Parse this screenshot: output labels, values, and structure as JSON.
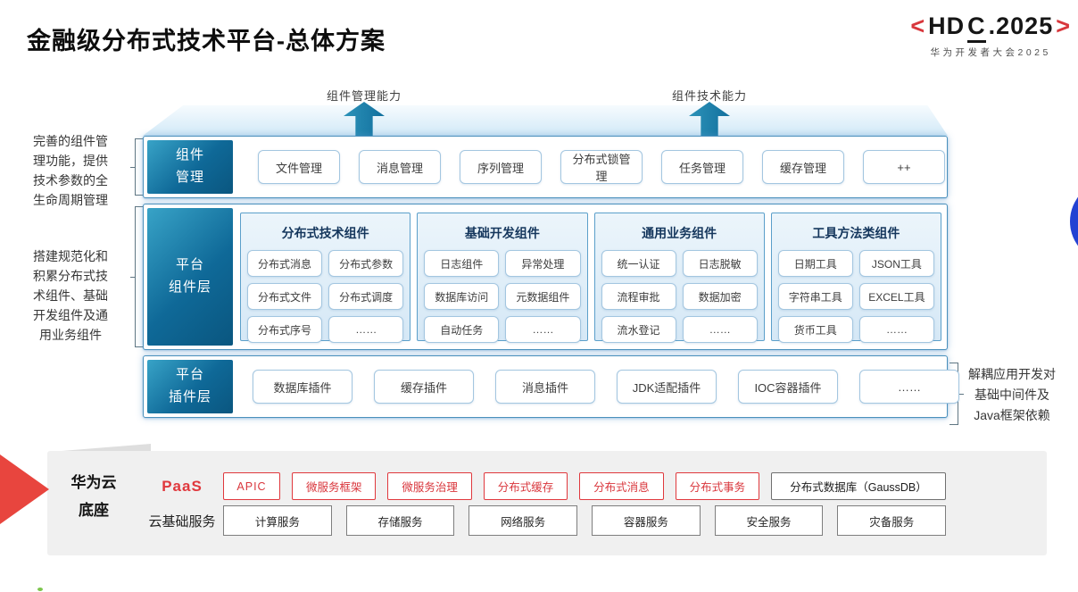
{
  "title": "金融级分布式技术平台-总体方案",
  "logo": {
    "left_bracket": "<",
    "prefix": "HD",
    "underlined": "C",
    "suffix": ".2025",
    "right_bracket": ">",
    "subtitle": "华为开发者大会2025"
  },
  "notes": {
    "left_top": "完善的组件管理功能，提供技术参数的全生命周期管理",
    "left_middle": "搭建规范化和积累分布式技术组件、基础开发组件及通用业务组件",
    "right": "解耦应用开发对基础中间件及Java框架依赖"
  },
  "capability_arrows": {
    "left": "组件管理能力",
    "right": "组件技术能力"
  },
  "layers": {
    "management": {
      "label": "组件\n管理",
      "items": [
        "文件管理",
        "消息管理",
        "序列管理",
        "分布式锁管理",
        "任务管理",
        "缓存管理",
        "++"
      ]
    },
    "components": {
      "label": "平台\n组件层",
      "groups": [
        {
          "title": "分布式技术组件",
          "items": [
            "分布式消息",
            "分布式参数",
            "分布式文件",
            "分布式调度",
            "分布式序号",
            "……"
          ]
        },
        {
          "title": "基础开发组件",
          "items": [
            "日志组件",
            "异常处理",
            "数据库访问",
            "元数据组件",
            "自动任务",
            "……"
          ]
        },
        {
          "title": "通用业务组件",
          "items": [
            "统一认证",
            "日志脱敏",
            "流程审批",
            "数据加密",
            "流水登记",
            "……"
          ]
        },
        {
          "title": "工具方法类组件",
          "items": [
            "日期工具",
            "JSON工具",
            "字符串工具",
            "EXCEL工具",
            "货币工具",
            "……"
          ]
        }
      ]
    },
    "plugins": {
      "label": "平台\n插件层",
      "items": [
        "数据库插件",
        "缓存插件",
        "消息插件",
        "JDK适配插件",
        "IOC容器插件",
        "……"
      ]
    }
  },
  "foundation": {
    "label": "华为云\n底座",
    "paas": {
      "label": "PaaS",
      "highlighted_items": [
        "APIC",
        "微服务框架",
        "微服务治理",
        "分布式缓存",
        "分布式消息",
        "分布式事务"
      ],
      "neutral_item": "分布式数据库（GaussDB）"
    },
    "cloud": {
      "label": "云基础服务",
      "items": [
        "计算服务",
        "存储服务",
        "网络服务",
        "容器服务",
        "安全服务",
        "灾备服务"
      ]
    }
  },
  "colors": {
    "layer_label_blue": "#0f6998",
    "row_border_blue": "#4a90bc",
    "paas_red": "#e0383d",
    "base_gray": "#f0f0f0",
    "arrow_teal": "#116f9d",
    "decor_red_arrow": "#e8453e",
    "decor_blue_circle": "#2342d3"
  }
}
